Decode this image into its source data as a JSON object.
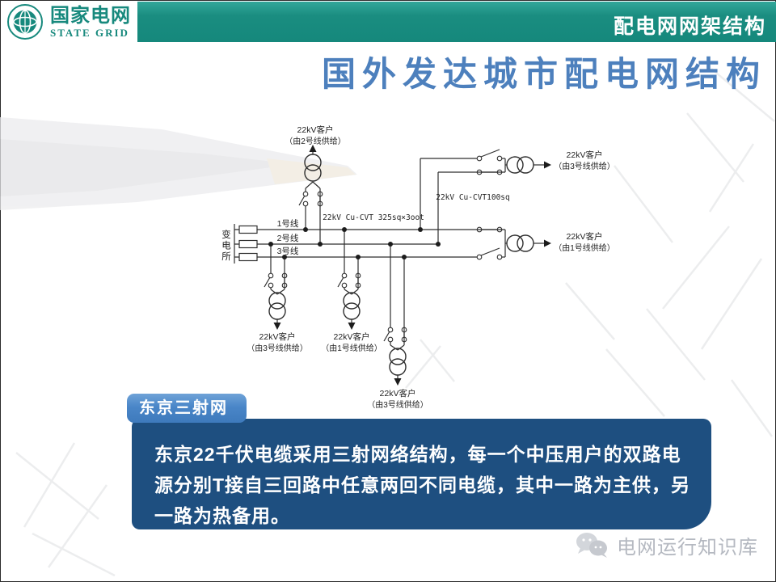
{
  "header": {
    "logo_cn": "国家电网",
    "logo_en": "STATE GRID",
    "corner_label": "配电网网架结构",
    "teal_color": "#17897d"
  },
  "title": {
    "text": "国外发达城市配电网结构",
    "color": "#4d80bd"
  },
  "diagram": {
    "substation": "变电所",
    "feeder_labels": [
      "1号线",
      "2号线",
      "3号线"
    ],
    "spec_main": "22kV Cu-CVT 325sq×3oot",
    "spec_branch": "22kV Cu-CVT100sq",
    "customers": {
      "top": {
        "name": "22kV客户",
        "source": "（由2号线供给）"
      },
      "right_top": {
        "name": "22kV客户",
        "source": "（由3号线供给）"
      },
      "right_mid": {
        "name": "22kV客户",
        "source": "（由1号线供给）"
      },
      "bottom_left": {
        "name": "22kV客户",
        "source": "（由3号线供给）"
      },
      "bottom_mid": {
        "name": "22kV客户",
        "source": "（由1号线供给）"
      },
      "bottom_center": {
        "name": "22kV客户",
        "source": "（由3号线供给）"
      }
    }
  },
  "callout": {
    "tag": "东京三射网",
    "tag_color": "#4a86c8",
    "body_color": "#1e4f80",
    "body": "东京22千伏电缆采用三射网络结构，每一个中压用户的双路电源分别T接自三回路中任意两回不同电缆，其中一路为主供，另一路为热备用。"
  },
  "footer": {
    "watermark": "电网运行知识库"
  }
}
